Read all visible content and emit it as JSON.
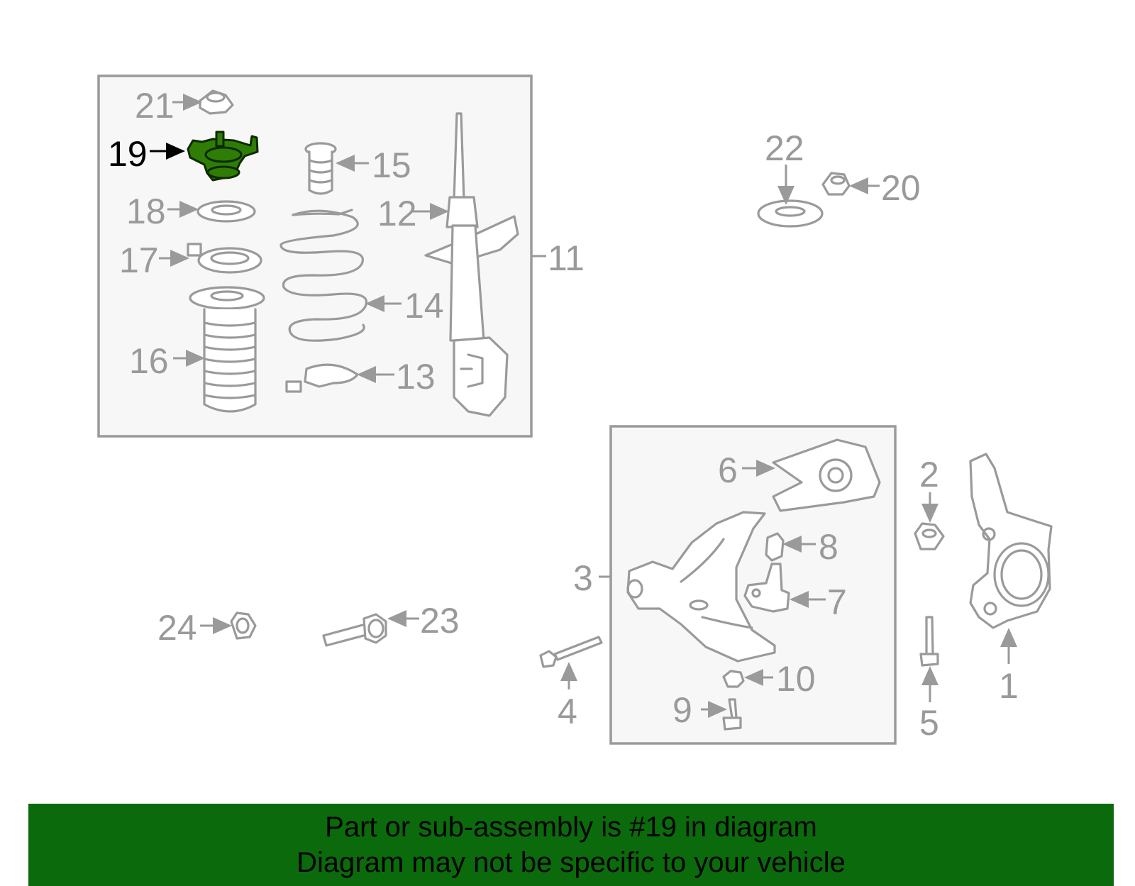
{
  "diagram": {
    "highlighted_part": "19",
    "callouts": [
      "1",
      "2",
      "3",
      "4",
      "5",
      "6",
      "7",
      "8",
      "9",
      "10",
      "11",
      "12",
      "13",
      "14",
      "15",
      "16",
      "17",
      "18",
      "19",
      "20",
      "21",
      "22",
      "23",
      "24"
    ],
    "colors": {
      "highlight_fill": "#2f7d06",
      "banner_bg": "#0b6a0b",
      "line": "#9a9a9a"
    }
  },
  "banner": {
    "line1": "Part or sub-assembly is #19 in diagram",
    "line2": "Diagram may not be specific to your vehicle"
  }
}
